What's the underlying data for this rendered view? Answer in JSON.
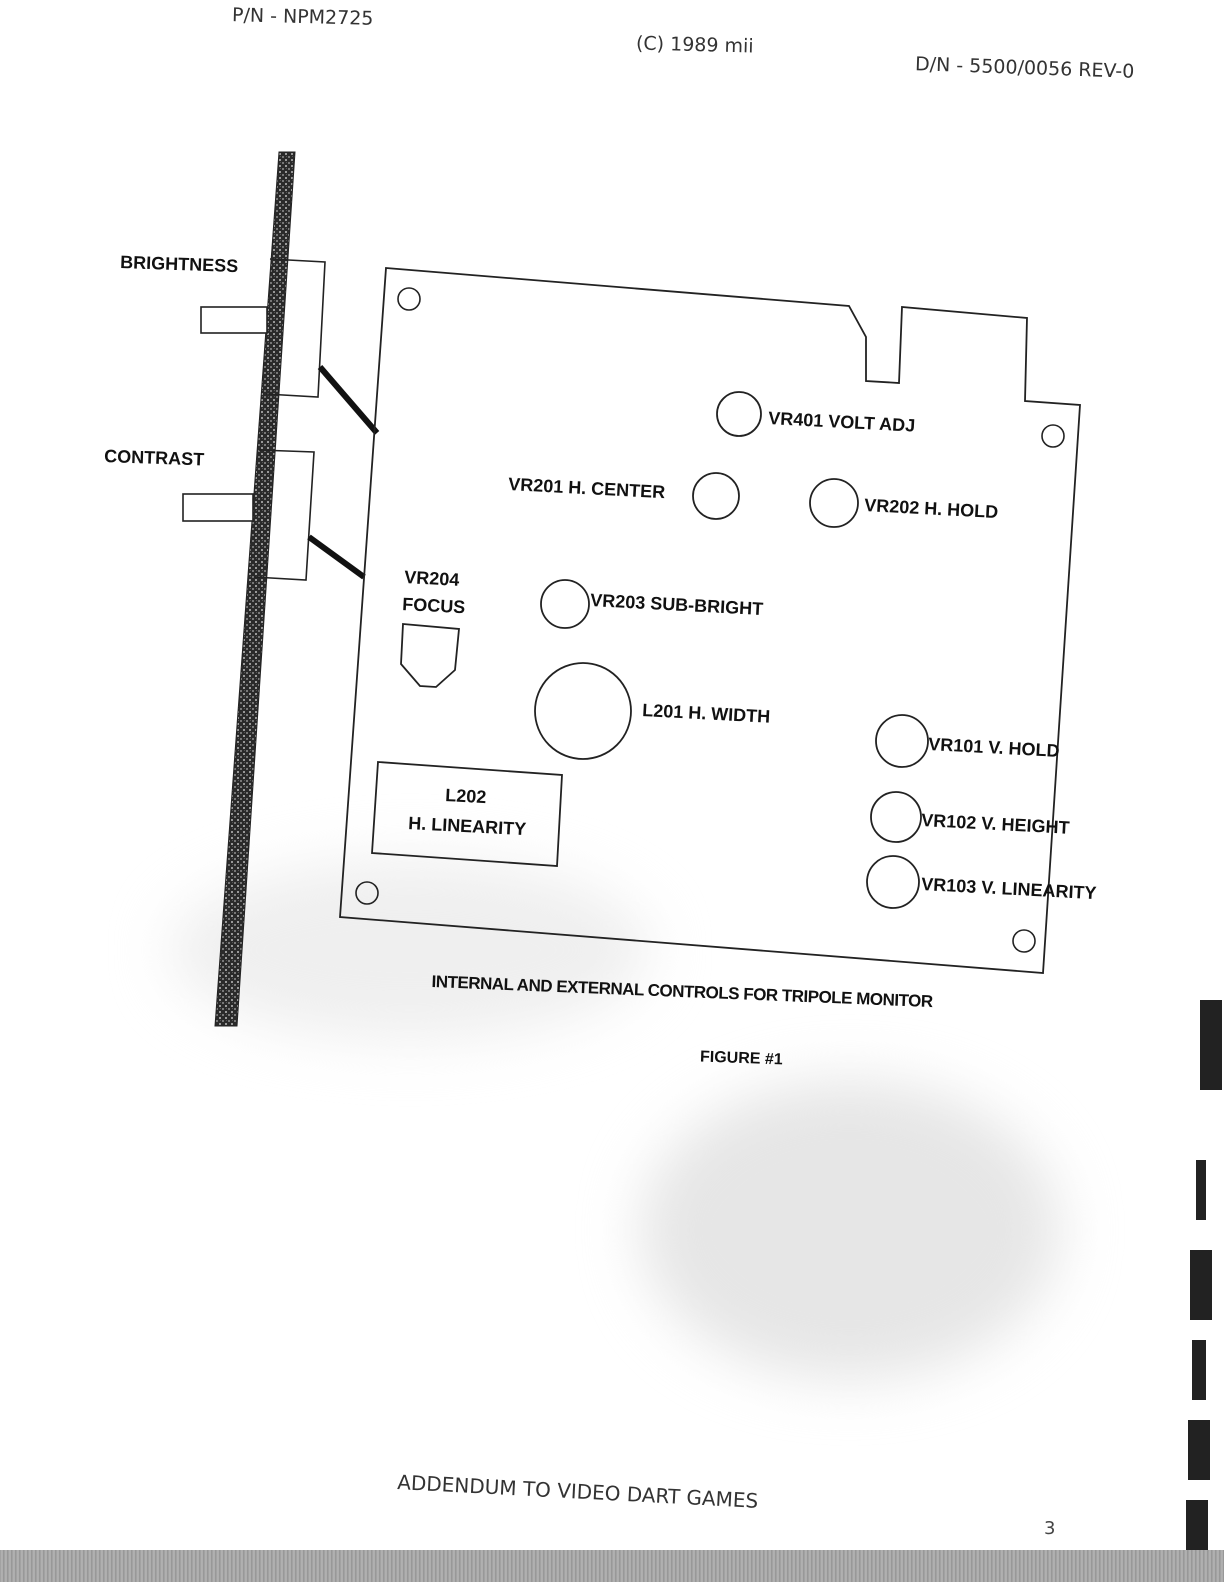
{
  "header": {
    "part_number": "P/N - NPM2725",
    "copyright": "(C) 1989 mii",
    "document_number": "D/N - 5500/0056 REV-0"
  },
  "controls": {
    "brightness": "BRIGHTNESS",
    "contrast": "CONTRAST",
    "vr401": "VR401 VOLT ADJ",
    "vr201": "VR201 H. CENTER",
    "vr202": "VR202 H. HOLD",
    "vr204_line1": "VR204",
    "vr204_line2": "FOCUS",
    "vr203": "VR203 SUB-BRIGHT",
    "l201": "L201 H. WIDTH",
    "vr101": "VR101 V. HOLD",
    "vr102": "VR102 V. HEIGHT",
    "vr103": "VR103 V. LINEARITY",
    "l202_line1": "L202",
    "l202_line2": "H. LINEARITY"
  },
  "caption": "INTERNAL AND EXTERNAL CONTROLS FOR TRIPOLE MONITOR",
  "figure_label": "FIGURE #1",
  "footer": "ADDENDUM TO VIDEO DART GAMES",
  "page_number": "3"
}
